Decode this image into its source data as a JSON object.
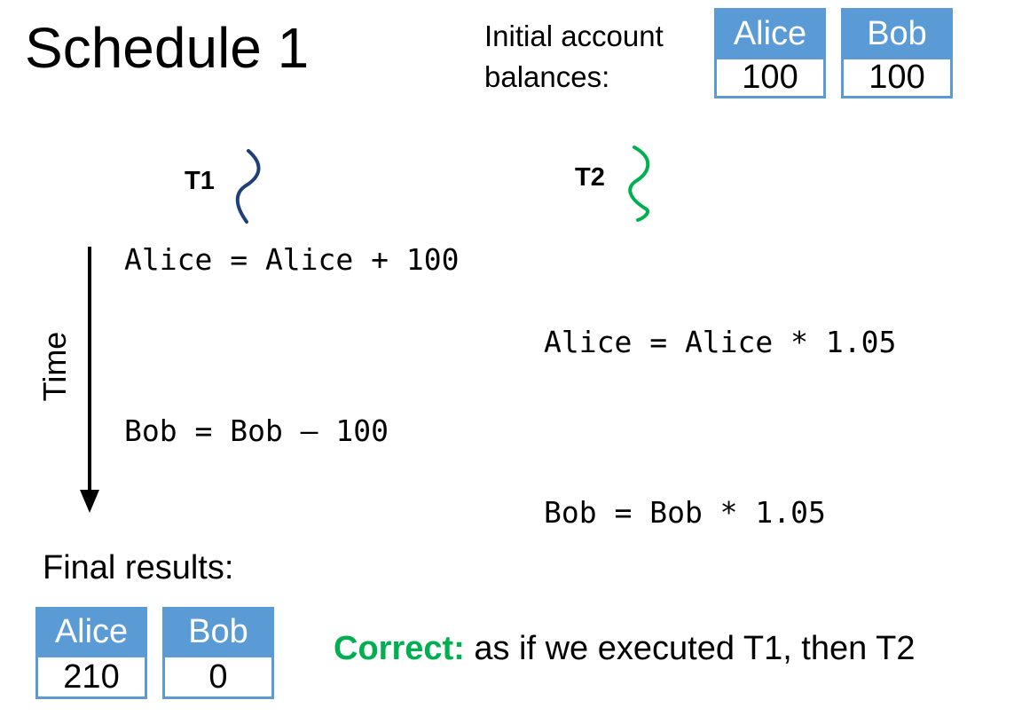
{
  "title": "Schedule 1",
  "initial": {
    "label": "Initial account balances:",
    "accounts": [
      {
        "name": "Alice",
        "value": "100"
      },
      {
        "name": "Bob",
        "value": "100"
      }
    ]
  },
  "transactions": {
    "t1": {
      "label": "T1",
      "color": "#1f3f7a"
    },
    "t2": {
      "label": "T2",
      "color": "#00b050"
    }
  },
  "time_label": "Time",
  "operations": [
    {
      "txn": "T1",
      "text": "Alice = Alice + 100"
    },
    {
      "txn": "T2",
      "text": "Alice = Alice * 1.05"
    },
    {
      "txn": "T1",
      "text": "Bob = Bob – 100"
    },
    {
      "txn": "T2",
      "text": "Bob = Bob * 1.05"
    }
  ],
  "final": {
    "label": "Final results:",
    "accounts": [
      {
        "name": "Alice",
        "value": "210"
      },
      {
        "name": "Bob",
        "value": "0"
      }
    ]
  },
  "verdict": {
    "keyword": "Correct:",
    "text": " as if we executed T1, then T2"
  },
  "colors": {
    "account_blue": "#5b9bd5",
    "correct_green": "#00b050"
  }
}
